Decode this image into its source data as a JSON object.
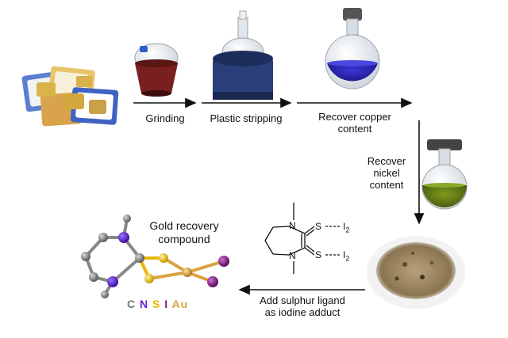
{
  "steps": {
    "grinding": "Grinding",
    "stripping": "Plastic stripping",
    "copper_line1": "Recover copper",
    "copper_line2": "content",
    "nickel_line1": "Recover",
    "nickel_line2": "nickel",
    "nickel_line3": "content",
    "ligand_line1": "Add sulphur ligand",
    "ligand_line2": "as iodine adduct"
  },
  "compound": {
    "title_line1": "Gold recovery",
    "title_line2": "compound"
  },
  "structure": {
    "atom_n_top": "N",
    "atom_n_bottom": "N",
    "atom_s_top": "S",
    "atom_s_bottom": "S",
    "iodine_top": "I",
    "iodine_bottom": "I",
    "subscript_top": "2",
    "subscript_bottom": "2"
  },
  "legend": {
    "items": [
      {
        "symbol": "C",
        "color": "#7a7a7a"
      },
      {
        "symbol": "N",
        "color": "#6a1fd6"
      },
      {
        "symbol": "S",
        "color": "#e8b800"
      },
      {
        "symbol": "I",
        "color": "#8a1a8a"
      },
      {
        "symbol": "Au",
        "color": "#d9a441"
      }
    ]
  }
}
